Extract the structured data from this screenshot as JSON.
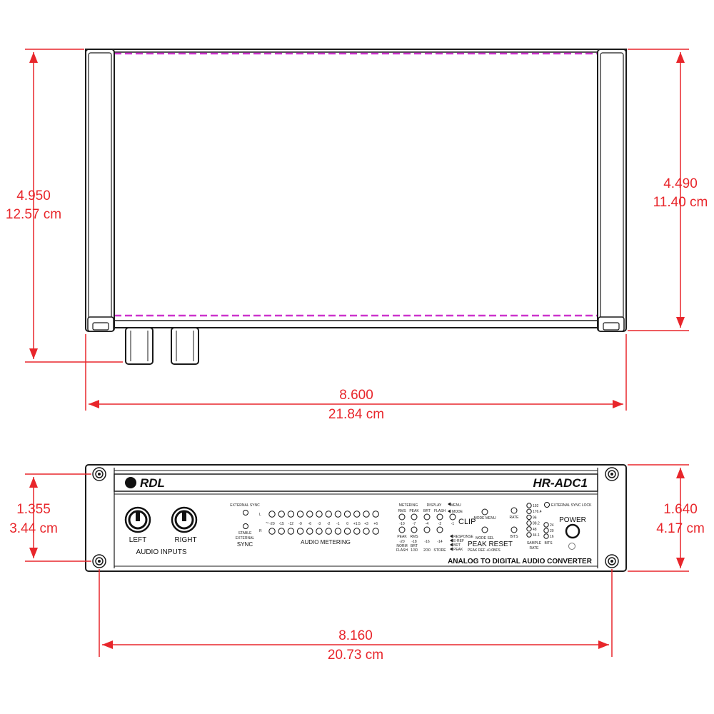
{
  "top_view": {
    "height_dim": {
      "inches": "4.950",
      "cm": "12.57 cm"
    },
    "depth_dim": {
      "inches": "4.490",
      "cm": "11.40 cm"
    },
    "width_dim": {
      "inches": "8.600",
      "cm": "21.84 cm"
    }
  },
  "front_view": {
    "height_left_dim": {
      "inches": "1.355",
      "cm": "3.44 cm"
    },
    "height_right_dim": {
      "inches": "1.640",
      "cm": "4.17 cm"
    },
    "width_dim": {
      "inches": "8.160",
      "cm": "20.73 cm"
    },
    "panel": {
      "brand": "RDL",
      "model": "HR-ADC1",
      "left_knob_label": "LEFT",
      "right_knob_label": "RIGHT",
      "audio_inputs": "AUDIO INPUTS",
      "external_sync": "EXTERNAL SYNC",
      "stable_external": [
        "STABLE",
        "EXTERNAL"
      ],
      "sync": "SYNC",
      "meter_channels": [
        "L",
        "R"
      ],
      "meter_scale": [
        "-20",
        "-15",
        "-12",
        "-9",
        "-6",
        "-3",
        "-2",
        "-1",
        "0",
        "+1.5",
        "+3",
        "+6"
      ],
      "audio_metering": "AUDIO METERING",
      "metering": "METERING",
      "display": "DISPLAY",
      "meter_col_heads": [
        "RMS",
        "PEAK",
        "BRT",
        "FLASH"
      ],
      "meter_values_row1": [
        "-10",
        "-7",
        "-4",
        "-2",
        "-1"
      ],
      "clip": "CLIP",
      "meter_values_row2": [
        "PEAK",
        "RMS",
        "",
        "",
        ""
      ],
      "meter_values_row3": [
        "-20",
        "-18",
        "-16",
        "-14"
      ],
      "meter_values_row4": [
        "NORM",
        "BRT"
      ],
      "meter_values_row5": [
        "FLASH",
        "1/30",
        "2/30",
        "STORE"
      ],
      "menu": "MENU",
      "mode": "MODE",
      "mode_menu": "MODE MENU",
      "mode_sel": "MODE SEL",
      "response_items": [
        "RESPONSE",
        "E-REF",
        "BRT",
        "PEAK"
      ],
      "peak_reset": "PEAK RESET",
      "peak_ref": "PEAK REF +0.0BFS",
      "rate": "RATE",
      "bits": "BITS",
      "sample_rates": [
        "192",
        "176.4",
        "96",
        "88.2",
        "48",
        "44.1"
      ],
      "bit_depths": [
        "24",
        "20",
        "16"
      ],
      "sample": "SAMPLE",
      "rate_label": "RATE",
      "bits_label": "BITS",
      "external_sync_lock": "EXTERNAL SYNC LOCK",
      "power": "POWER",
      "converter": "ANALOG TO DIGITAL AUDIO CONVERTER"
    }
  },
  "colors": {
    "dimension": "#e8262b",
    "outline": "#1a1a1a",
    "highlight": "#cc33cc"
  }
}
